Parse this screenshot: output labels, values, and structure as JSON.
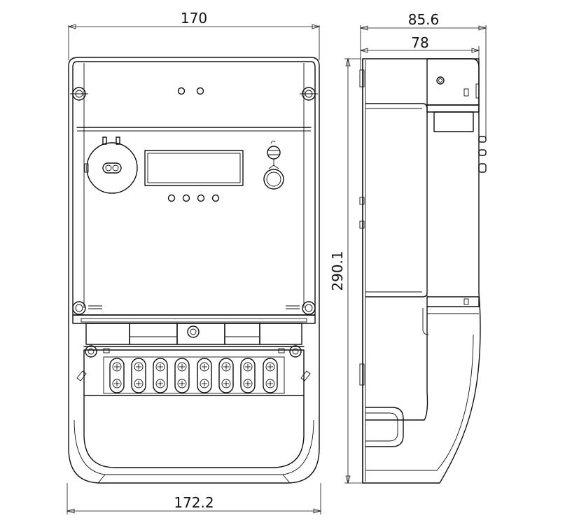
{
  "dimensions": {
    "top_width": "170",
    "bottom_width": "172.2",
    "height": "290.1",
    "side_depth_total": "85.6",
    "side_depth_body": "78"
  },
  "front_view": {
    "display_indicator_count": 4,
    "terminal_pair_count": 8
  }
}
